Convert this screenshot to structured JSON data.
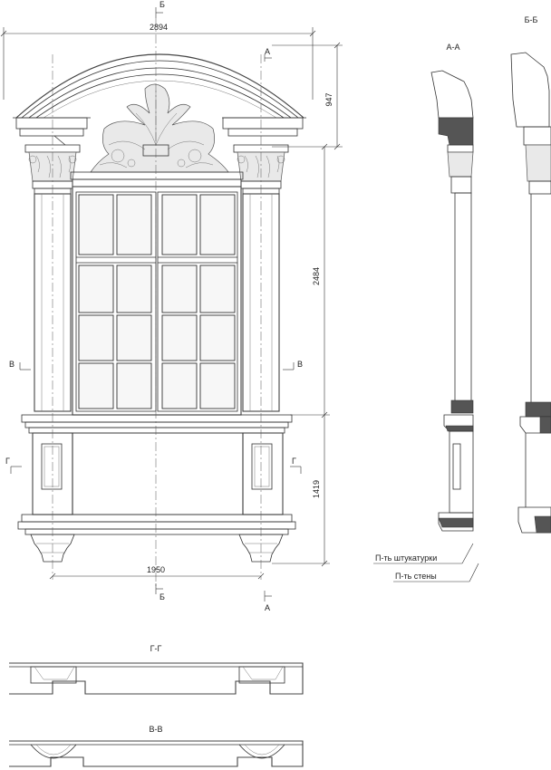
{
  "dimensions": {
    "overall_width": "2894",
    "arch_height": "947",
    "window_height": "2484",
    "base_height": "1419",
    "column_spacing": "1950"
  },
  "section_marks": {
    "a": "А",
    "b": "Б",
    "v": "В",
    "g": "Г"
  },
  "section_titles": {
    "aa": "А-А",
    "bb": "Б-Б",
    "gg": "Г-Г",
    "vv": "В-В"
  },
  "callouts": {
    "plaster_plane": "П-ть штукатурки",
    "wall_plane": "П-ть стены"
  }
}
